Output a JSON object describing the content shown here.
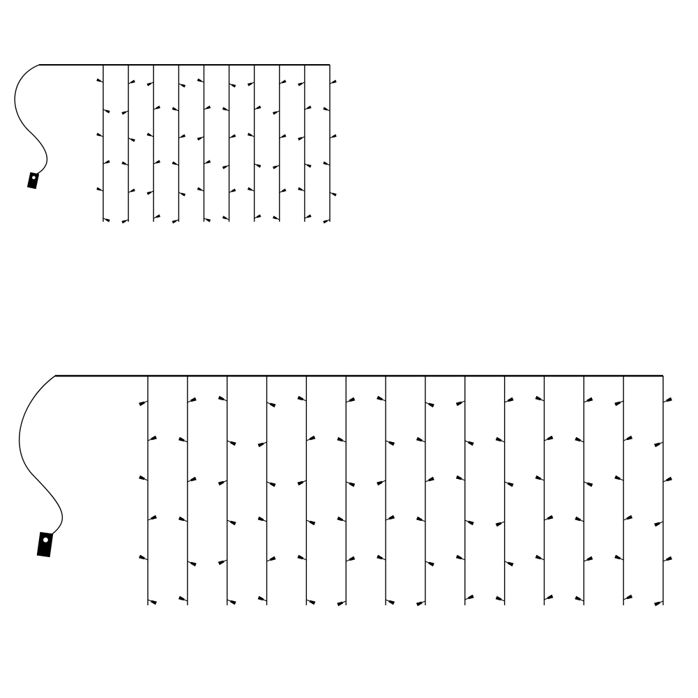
{
  "colors": {
    "background": "#ffffff",
    "stroke": "#000000"
  },
  "curtains": [
    {
      "name": "small-curtain",
      "strand_count": 10,
      "bulb_rows": 6
    },
    {
      "name": "large-curtain",
      "strand_count": 14,
      "bulb_rows": 6
    }
  ]
}
